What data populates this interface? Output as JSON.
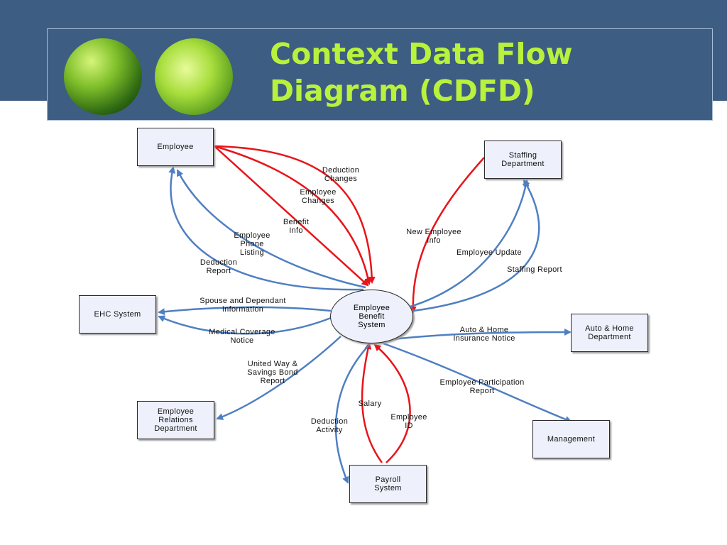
{
  "title": {
    "line1": "Context Data Flow",
    "line2": "Diagram (CDFD)"
  },
  "colors": {
    "band": "#3d5d83",
    "title_text": "#b8f23c",
    "inflow": "#e8141a",
    "outflow": "#4f7fc2",
    "node_fill": "#eef1fb"
  },
  "central_process": "Employee\nBenefit\nSystem",
  "entities": {
    "employee": "Employee",
    "staffing": "Staffing\nDepartment",
    "ehc": "EHC System",
    "auto_home": "Auto & Home\nDepartment",
    "relations": "Employee\nRelations\nDepartment",
    "management": "Management",
    "payroll": "Payroll\nSystem"
  },
  "flows": {
    "deduction_changes": "Deduction\nChanges",
    "employee_changes": "Employee\nChanges",
    "benefit_info": "Benefit\nInfo",
    "phone_listing": "Employee\nPhone\nListing",
    "deduction_report": "Deduction\nReport",
    "new_employee_info": "New Employee\nInfo",
    "employee_update": "Employee Update",
    "staffing_report": "Staffing Report",
    "spouse_info": "Spouse and Dependant\nInformation",
    "medical_notice": "Medical Coverage\nNotice",
    "auto_home_notice": "Auto & Home\nInsurance Notice",
    "united_way": "United Way &\nSavings Bond\nReport",
    "participation_report": "Employee Participation\nReport",
    "salary": "Salary",
    "employee_id": "Employee\nID",
    "deduction_activity": "Deduction\nActivity"
  }
}
